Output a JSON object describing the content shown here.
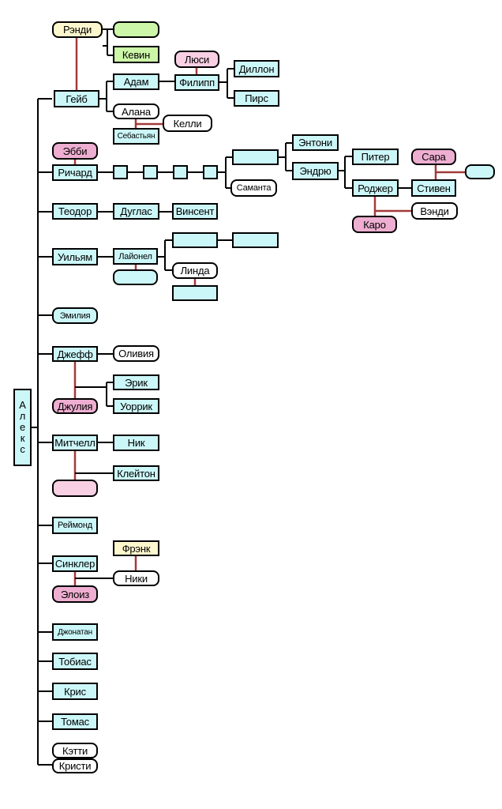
{
  "root": {
    "letters": [
      "А",
      "л",
      "е",
      "к",
      "с"
    ]
  },
  "colors": {
    "line": "#000000",
    "spouse_line": "#a33a3a",
    "cyan": "#ccf7f9",
    "pink": "#f8cfe3",
    "yellow": "#fcf7cc",
    "green": "#ccf7a8"
  },
  "people": {
    "randy": "Рэнди",
    "kevin": "Кевин",
    "gabe": "Гейб",
    "adam": "Адам",
    "lucy": "Люси",
    "philip": "Филипп",
    "dillon": "Диллон",
    "pierce": "Пирс",
    "alana": "Алана",
    "sebastian": "Себастьян",
    "kelly": "Келли",
    "abby": "Эбби",
    "richard": "Ричард",
    "anthony": "Энтони",
    "andrew": "Эндрю",
    "samantha": "Саманта",
    "peter": "Питер",
    "sara": "Сара",
    "roger": "Роджер",
    "steven": "Стивен",
    "karo": "Каро",
    "wendy": "Вэнди",
    "theodore": "Теодор",
    "douglas": "Дуглас",
    "vincent": "Винсент",
    "william": "Уильям",
    "lionel": "Лайонел",
    "linda": "Линда",
    "emilia": "Эмилия",
    "jeff": "Джефф",
    "olivia": "Оливия",
    "eric": "Эрик",
    "julia": "Джулия",
    "warrick": "Уоррик",
    "mitchell": "Митчелл",
    "nick": "Ник",
    "clayton": "Клейтон",
    "raymond": "Реймонд",
    "frank": "Фрэнк",
    "sinclair": "Синклер",
    "niki": "Ники",
    "eloise": "Элоиз",
    "jonathan": "Джонатан",
    "tobias": "Тобиас",
    "chris": "Крис",
    "thomas": "Томас",
    "katie": "Кэтти",
    "kristy": "Кристи"
  }
}
